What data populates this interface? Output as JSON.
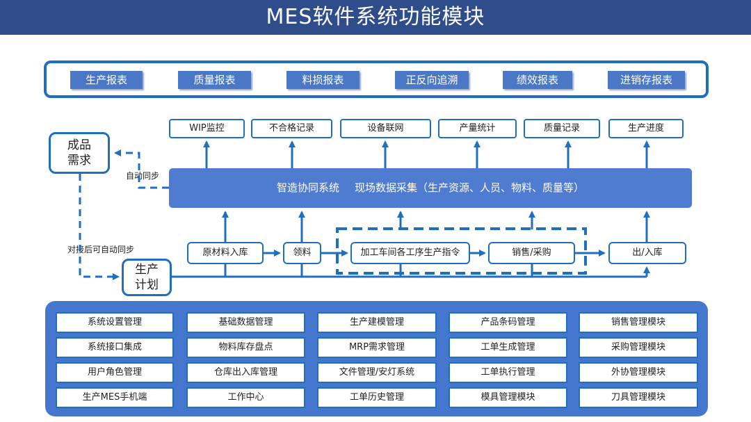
{
  "title": "MES软件系统功能模块",
  "reports": [
    "生产报表",
    "质量报表",
    "料损报表",
    "正反向追溯",
    "绩效报表",
    "进销存报表"
  ],
  "top_boxes": [
    "WIP监控",
    "不合格记录",
    "设备联网",
    "产量统计",
    "质量记录",
    "生产进度"
  ],
  "center": {
    "left_text": "智造协同系统",
    "right_text": "现场数据采集（生产资源、人员、物料、质量等）"
  },
  "side": {
    "product_demand": "成品需求",
    "auto_sync": "自动同步",
    "after_dock_sync": "对接后可自动同步",
    "production_plan": "生产计划"
  },
  "process": [
    "原材料入库",
    "领料",
    "加工车间各工序生产指令",
    "销售/采购",
    "出/入库"
  ],
  "modules": [
    [
      "系统设置管理",
      "基础数据管理",
      "生产建模管理",
      "产品条码管理",
      "销售管理模块"
    ],
    [
      "系统接口集成",
      "物料库存盘点",
      "MRP需求管理",
      "工单生成管理",
      "采购管理模块"
    ],
    [
      "用户角色管理",
      "仓库出入库管理",
      "文件管理/安灯系统",
      "工单执行管理",
      "外协管理模块"
    ],
    [
      "生产MES手机端",
      "工作中心",
      "工单历史管理",
      "模具管理模块",
      "刀具管理模块"
    ]
  ],
  "colors": {
    "header": "#2f4d8a",
    "accent": "#1f6fc0",
    "bar": "#4f7bd0",
    "module_bg": "#4677cf"
  }
}
